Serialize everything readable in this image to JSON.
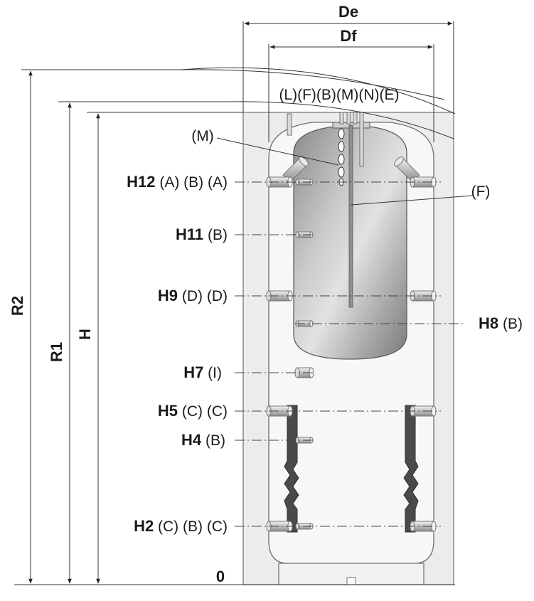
{
  "dims": {
    "De": "De",
    "Df": "Df",
    "R2": "R2",
    "R1": "R1",
    "H": "H",
    "zero": "0"
  },
  "top_connections": "(L)(F)(B)(M)(N)(E)",
  "callouts": {
    "M": "(M)",
    "F": "(F)"
  },
  "heights": [
    {
      "id": "H12",
      "label": "H12",
      "suffix": " (A) (B) (A)"
    },
    {
      "id": "H11",
      "label": "H11",
      "suffix": " (B)"
    },
    {
      "id": "H9",
      "label": "H9",
      "suffix": " (D) (D)"
    },
    {
      "id": "H8",
      "label": "H8",
      "suffix": " (B)"
    },
    {
      "id": "H7",
      "label": "H7",
      "suffix": " (I)"
    },
    {
      "id": "H5",
      "label": "H5",
      "suffix": " (C) (C)"
    },
    {
      "id": "H4",
      "label": "H4",
      "suffix": " (B)"
    },
    {
      "id": "H2",
      "label": "H2",
      "suffix": " (C) (B) (C)"
    }
  ],
  "colors": {
    "insulation": "#ececec",
    "outline": "#6f6f6f",
    "tank_light": "#d8d8d8",
    "tank_dark": "#7d7d7d",
    "coil": "#4a4a4a",
    "line": "#333333"
  }
}
